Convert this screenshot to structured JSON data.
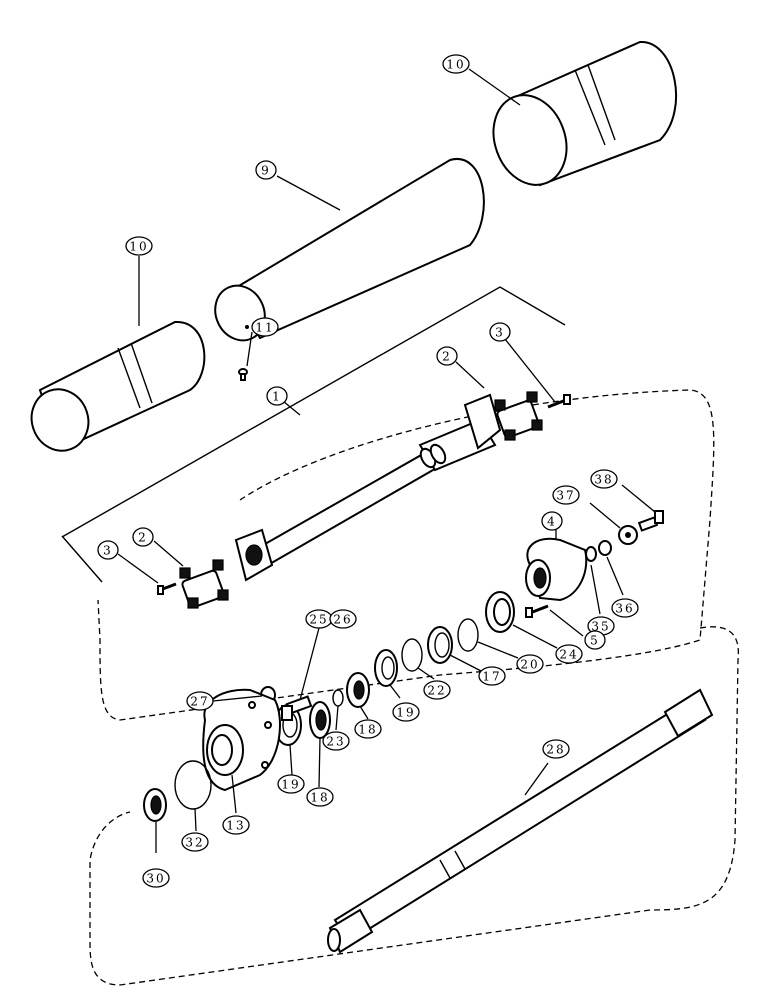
{
  "diagram": {
    "callouts": [
      {
        "id": "c10a",
        "label": "10"
      },
      {
        "id": "c9",
        "label": "9"
      },
      {
        "id": "c10b",
        "label": "10"
      },
      {
        "id": "c11",
        "label": "11"
      },
      {
        "id": "c1",
        "label": "1"
      },
      {
        "id": "c2a",
        "label": "2"
      },
      {
        "id": "c3a",
        "label": "3"
      },
      {
        "id": "c2b",
        "label": "2"
      },
      {
        "id": "c3b",
        "label": "3"
      },
      {
        "id": "c37",
        "label": "37"
      },
      {
        "id": "c38",
        "label": "38"
      },
      {
        "id": "c4",
        "label": "4"
      },
      {
        "id": "c35",
        "label": "35"
      },
      {
        "id": "c36",
        "label": "36"
      },
      {
        "id": "c5",
        "label": "5"
      },
      {
        "id": "c24",
        "label": "24"
      },
      {
        "id": "c20",
        "label": "20"
      },
      {
        "id": "c17",
        "label": "17"
      },
      {
        "id": "c22",
        "label": "22"
      },
      {
        "id": "c19a",
        "label": "19"
      },
      {
        "id": "c18a",
        "label": "18"
      },
      {
        "id": "c23",
        "label": "23"
      },
      {
        "id": "c25",
        "label": "25"
      },
      {
        "id": "c26",
        "label": "26"
      },
      {
        "id": "c27",
        "label": "27"
      },
      {
        "id": "c19b",
        "label": "19"
      },
      {
        "id": "c18b",
        "label": "18"
      },
      {
        "id": "c13",
        "label": "13"
      },
      {
        "id": "c32",
        "label": "32"
      },
      {
        "id": "c30",
        "label": "30"
      },
      {
        "id": "c28",
        "label": "28"
      }
    ]
  }
}
